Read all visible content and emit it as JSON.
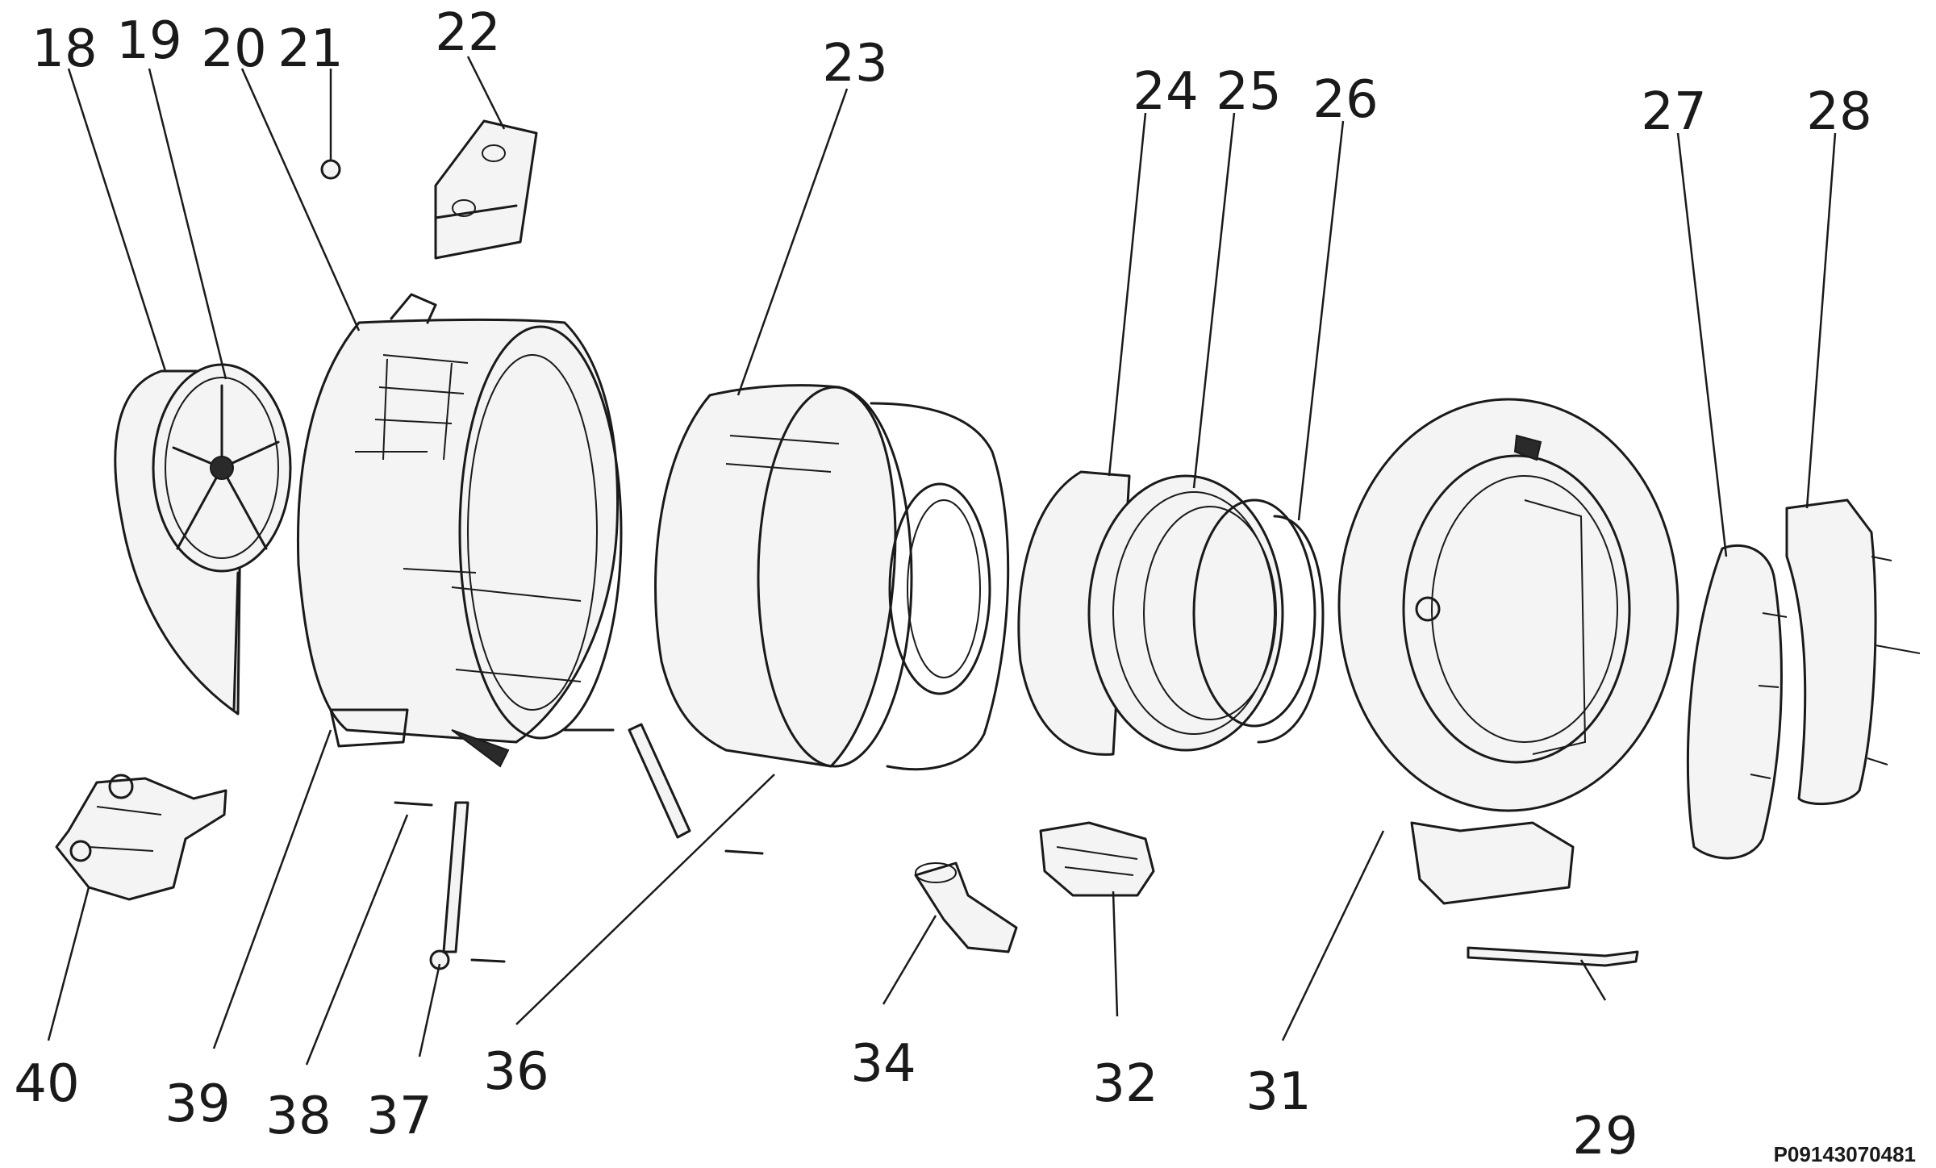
{
  "diagram": {
    "labels": {
      "p18": "18",
      "p19": "19",
      "p20": "20",
      "p21": "21",
      "p22": "22",
      "p23": "23",
      "p24": "24",
      "p25": "25",
      "p26": "26",
      "p27": "27",
      "p28": "28",
      "p29": "29",
      "p31": "31",
      "p32": "32",
      "p34": "34",
      "p36": "36",
      "p37": "37",
      "p38": "38",
      "p39": "39",
      "p40": "40"
    },
    "drawing_code": "P09143070481"
  }
}
